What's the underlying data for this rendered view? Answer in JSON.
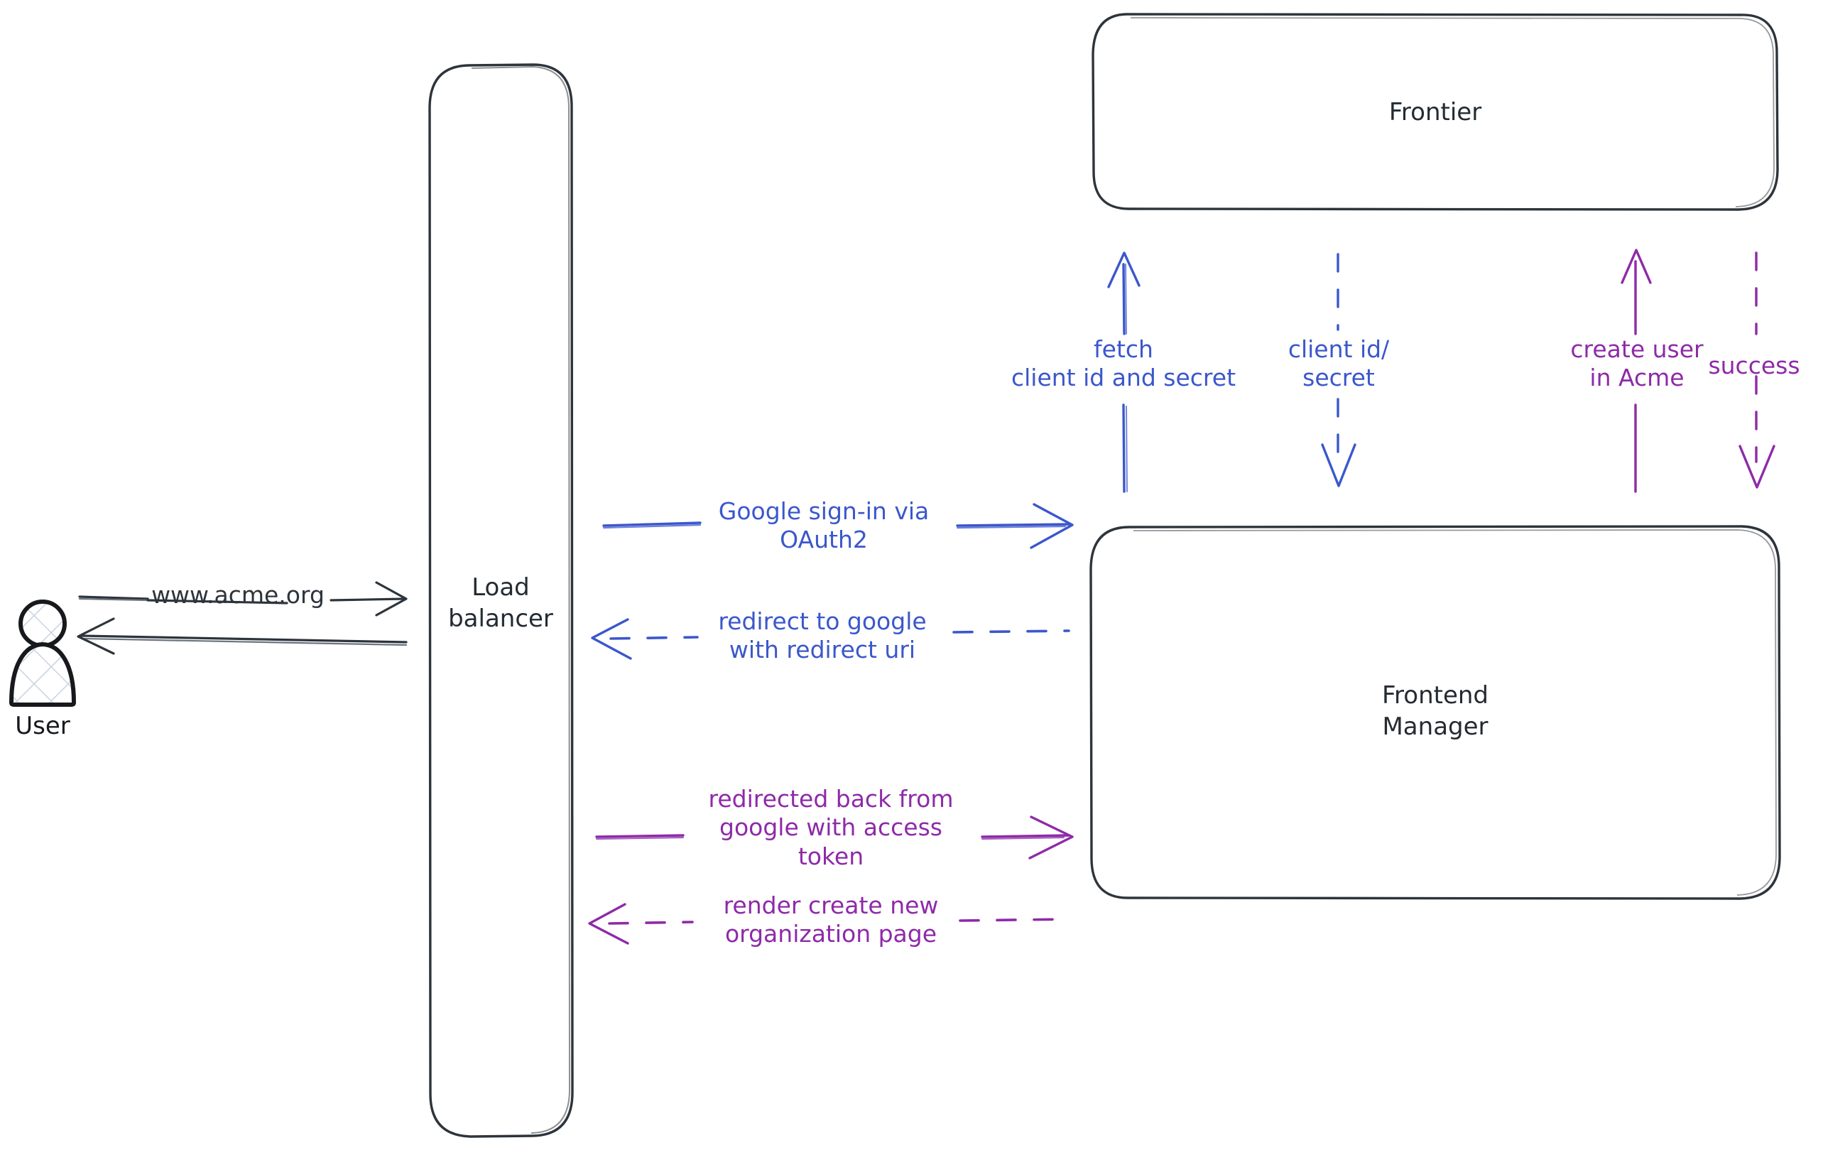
{
  "diagram": {
    "title": "OAuth2 sign-in sequence",
    "background": "#ffffff",
    "colors": {
      "stroke_dark": "#2d343b",
      "blue": "#3b57cc",
      "purple": "#8e2aa8",
      "hatch": "#c9d3e0"
    }
  },
  "actors": [
    {
      "id": "user",
      "name": "user-actor",
      "label": "User",
      "icon": "person-icon"
    }
  ],
  "nodes": [
    {
      "id": "load_balancer",
      "label": "Load\nbalancer",
      "shape": "rounded-rect"
    },
    {
      "id": "frontier",
      "label": "Frontier",
      "shape": "rounded-rect"
    },
    {
      "id": "frontend_manager",
      "label": "Frontend\nManager",
      "shape": "rounded-rect"
    }
  ],
  "edges": [
    {
      "id": "e1",
      "label": "www.acme.org",
      "from": "user",
      "to": "load_balancer",
      "color": "#2d343b",
      "style": "solid",
      "direction": "right"
    },
    {
      "id": "e2",
      "label": "",
      "from": "load_balancer",
      "to": "user",
      "color": "#2d343b",
      "style": "solid",
      "direction": "left"
    },
    {
      "id": "e3",
      "label": "Google sign-in via\nOAuth2",
      "from": "load_balancer",
      "to": "frontend_manager",
      "color": "#3b57cc",
      "style": "solid",
      "direction": "right"
    },
    {
      "id": "e4",
      "label": "redirect to google\nwith redirect uri",
      "from": "frontend_manager",
      "to": "load_balancer",
      "color": "#3b57cc",
      "style": "dashed",
      "direction": "left"
    },
    {
      "id": "e5",
      "label": "redirected back from\ngoogle with access\ntoken",
      "from": "load_balancer",
      "to": "frontend_manager",
      "color": "#8e2aa8",
      "style": "solid",
      "direction": "right"
    },
    {
      "id": "e6",
      "label": "render create new\norganization page",
      "from": "frontend_manager",
      "to": "load_balancer",
      "color": "#8e2aa8",
      "style": "dashed",
      "direction": "left"
    },
    {
      "id": "e7",
      "label": "fetch\nclient id and secret",
      "from": "frontend_manager",
      "to": "frontier",
      "color": "#3b57cc",
      "style": "solid",
      "direction": "up"
    },
    {
      "id": "e8",
      "label": "client id/\nsecret",
      "from": "frontier",
      "to": "frontend_manager",
      "color": "#3b57cc",
      "style": "dashed",
      "direction": "down"
    },
    {
      "id": "e9",
      "label": "create user\nin Acme",
      "from": "frontend_manager",
      "to": "frontier",
      "color": "#8e2aa8",
      "style": "solid",
      "direction": "up"
    },
    {
      "id": "e10",
      "label": "success",
      "from": "frontier",
      "to": "frontend_manager",
      "color": "#8e2aa8",
      "style": "dashed",
      "direction": "down"
    }
  ]
}
